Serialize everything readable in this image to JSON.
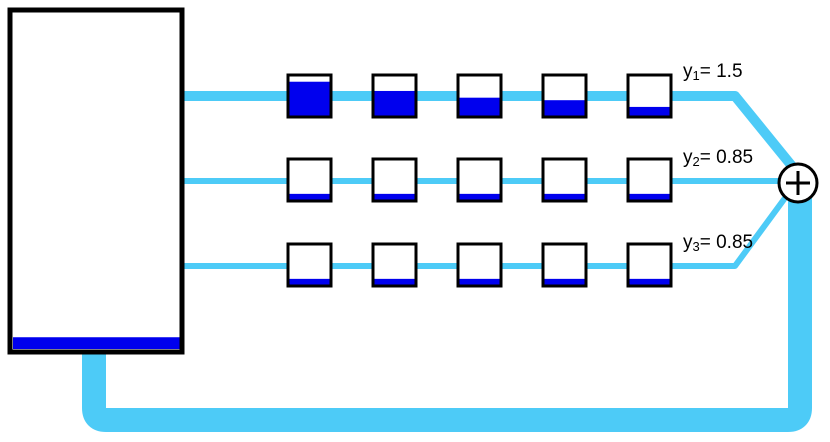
{
  "colors": {
    "pipe": "#4dcbf7",
    "fluid": "#0000ee",
    "outline": "#000000",
    "background": "#ffffff"
  },
  "reservoir": {
    "fill_fraction": 0.035
  },
  "rows": [
    {
      "label": {
        "var": "y",
        "sub": "1",
        "eq": "= 1.5"
      },
      "compartment_levels": [
        0.84,
        0.62,
        0.46,
        0.4,
        0.24
      ]
    },
    {
      "label": {
        "var": "y",
        "sub": "2",
        "eq": "= 0.85"
      },
      "compartment_levels": [
        0.17,
        0.17,
        0.17,
        0.17,
        0.17
      ]
    },
    {
      "label": {
        "var": "y",
        "sub": "3",
        "eq": "= 0.85"
      },
      "compartment_levels": [
        0.17,
        0.17,
        0.17,
        0.17,
        0.17
      ]
    }
  ],
  "summing_junction": {
    "symbol": "+"
  }
}
